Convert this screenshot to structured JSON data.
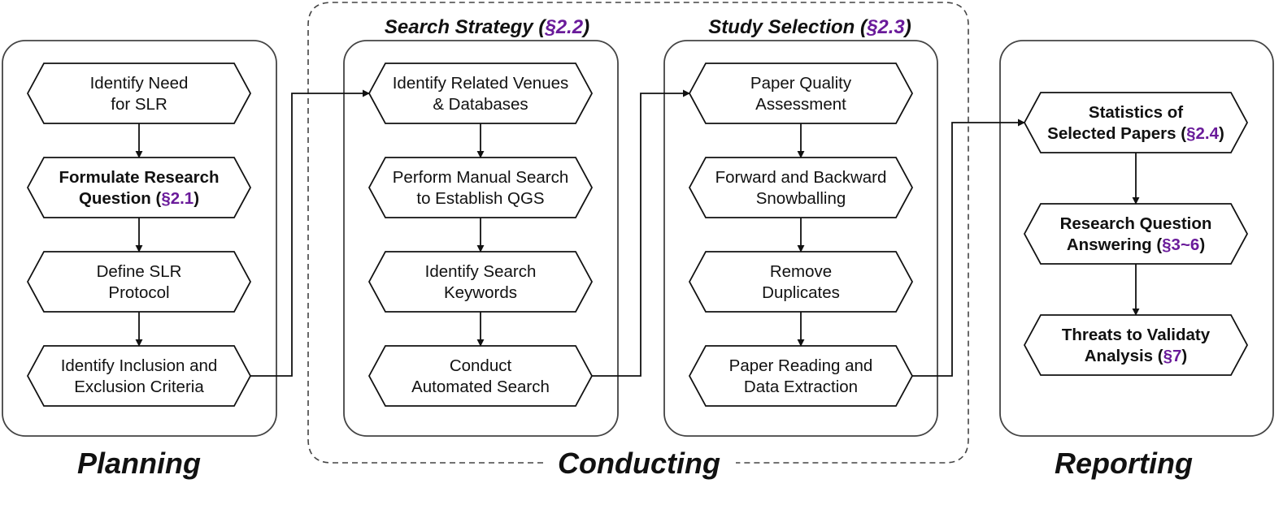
{
  "phases": {
    "planning": "Planning",
    "conducting": "Conducting",
    "reporting": "Reporting"
  },
  "groups": {
    "search_strategy": {
      "title": "Search Strategy",
      "ref": "§2.2"
    },
    "study_selection": {
      "title": "Study Selection",
      "ref": "§2.3"
    }
  },
  "steps": {
    "planning": [
      {
        "lines": [
          "Identify Need",
          "for SLR"
        ],
        "bold": false,
        "ref": ""
      },
      {
        "lines": [
          "Formulate Research",
          "Question"
        ],
        "bold": true,
        "ref": "§2.1"
      },
      {
        "lines": [
          "Define SLR",
          "Protocol"
        ],
        "bold": false,
        "ref": ""
      },
      {
        "lines": [
          "Identify Inclusion and",
          "Exclusion Criteria"
        ],
        "bold": false,
        "ref": ""
      }
    ],
    "search_strategy": [
      {
        "lines": [
          "Identify Related Venues",
          "& Databases"
        ],
        "bold": false,
        "ref": ""
      },
      {
        "lines": [
          "Perform Manual Search",
          "to Establish QGS"
        ],
        "bold": false,
        "ref": ""
      },
      {
        "lines": [
          "Identify Search",
          "Keywords"
        ],
        "bold": false,
        "ref": ""
      },
      {
        "lines": [
          "Conduct",
          "Automated Search"
        ],
        "bold": false,
        "ref": ""
      }
    ],
    "study_selection": [
      {
        "lines": [
          "Paper Quality",
          "Assessment"
        ],
        "bold": false,
        "ref": ""
      },
      {
        "lines": [
          "Forward and Backward",
          "Snowballing"
        ],
        "bold": false,
        "ref": ""
      },
      {
        "lines": [
          "Remove",
          "Duplicates"
        ],
        "bold": false,
        "ref": ""
      },
      {
        "lines": [
          "Paper Reading and",
          "Data Extraction"
        ],
        "bold": false,
        "ref": ""
      }
    ],
    "reporting": [
      {
        "lines": [
          "Statistics of",
          "Selected Papers"
        ],
        "bold": true,
        "ref": "§2.4"
      },
      {
        "lines": [
          "Research Question",
          "Answering"
        ],
        "bold": true,
        "ref": "§3~6"
      },
      {
        "lines": [
          "Threats to Validaty",
          "Analysis"
        ],
        "bold": true,
        "ref": "§7"
      }
    ]
  },
  "colors": {
    "reference": "#6a1b9a",
    "stroke": "#111111",
    "panel_border": "#444444"
  }
}
